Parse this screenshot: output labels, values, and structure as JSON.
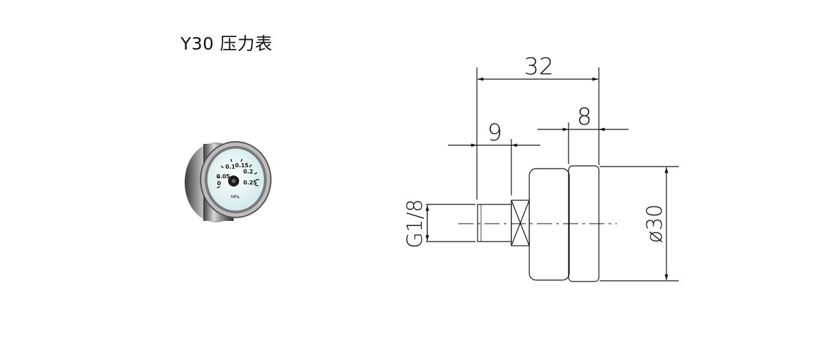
{
  "title": "Y30 压力表",
  "gauge": {
    "scale_labels": [
      "0",
      "0.05",
      "0.1",
      "0.15",
      "0.2",
      "0.25"
    ],
    "unit": "MPa"
  },
  "dimensions": {
    "overall_length": "32",
    "case_depth": "8",
    "thread_length": "9",
    "thread_spec": "G1/8",
    "diameter": "ø30"
  }
}
